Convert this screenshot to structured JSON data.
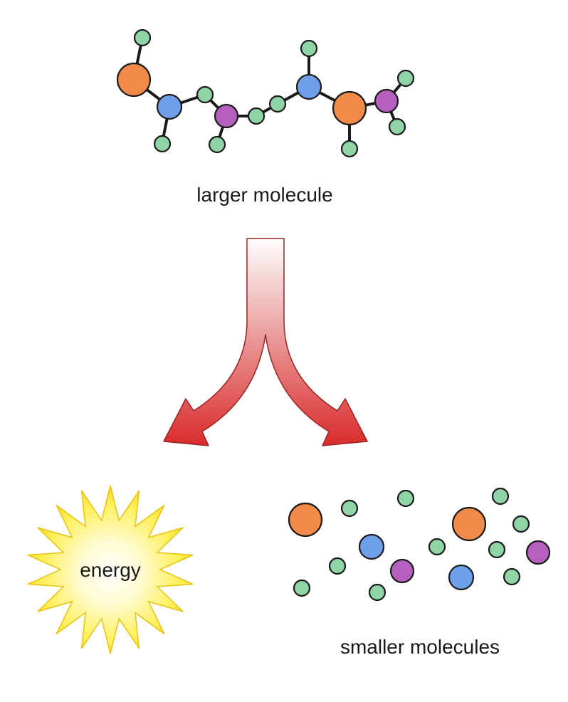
{
  "labels": {
    "top": "larger molecule",
    "energy": "energy",
    "bottom": "smaller molecules"
  },
  "colors": {
    "orange_atom": "#ef8a4a",
    "blue_atom": "#6f9fea",
    "purple_atom": "#b560bf",
    "green_atom": "#8fd3a6",
    "arrow_red": "#d92b2b",
    "starburst_yellow": "#ffe94a"
  }
}
